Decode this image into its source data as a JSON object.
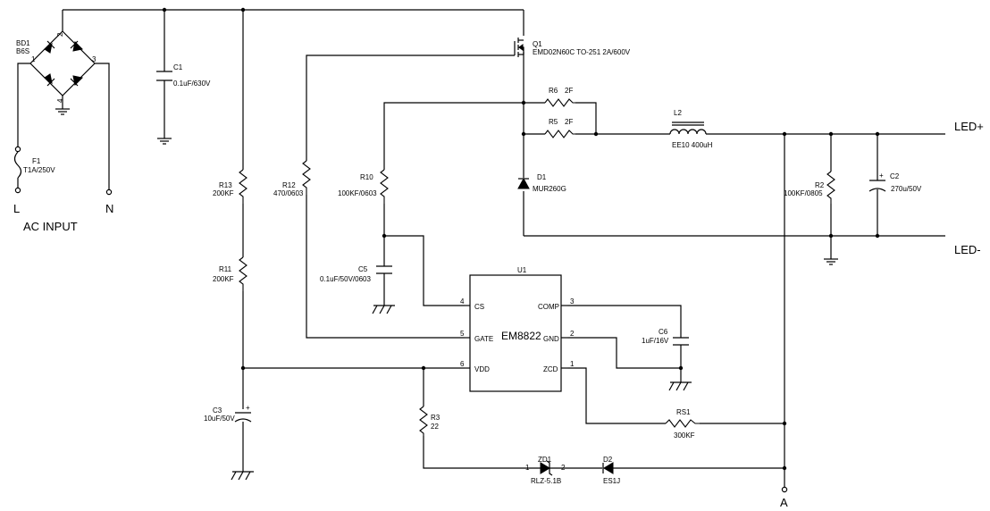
{
  "input": {
    "terminal_l": "L",
    "terminal_n": "N",
    "label": "AC INPUT"
  },
  "bridge": {
    "ref": "BD1",
    "value": "B6S",
    "pins": [
      "1",
      "2",
      "3",
      "4"
    ]
  },
  "fuse": {
    "ref": "F1",
    "value": "T1A/250V"
  },
  "components": {
    "C1": {
      "ref": "C1",
      "value": "0.1uF/630V"
    },
    "Q1": {
      "ref": "Q1",
      "value": "EMD02N60C TO-251 2A/600V"
    },
    "R6": {
      "ref": "R6",
      "value": "2F"
    },
    "R5": {
      "ref": "R5",
      "value": "2F"
    },
    "L2": {
      "ref": "L2",
      "value": "EE10  400uH"
    },
    "D1": {
      "ref": "D1",
      "value": "MUR260G"
    },
    "R2": {
      "ref": "R2",
      "value": "100KF/0805"
    },
    "C2": {
      "ref": "C2",
      "value": "270u/50V"
    },
    "R13": {
      "ref": "R13",
      "value": "200KF"
    },
    "R12": {
      "ref": "R12",
      "value": "470/0603"
    },
    "R10": {
      "ref": "R10",
      "value": "100KF/0603"
    },
    "C5": {
      "ref": "C5",
      "value": "0.1uF/50V/0603"
    },
    "R11": {
      "ref": "R11",
      "value": "200KF"
    },
    "C6": {
      "ref": "C6",
      "value": "1uF/16V"
    },
    "C3": {
      "ref": "C3",
      "value": "10uF/50V"
    },
    "R3": {
      "ref": "R3",
      "value": "22"
    },
    "RS1": {
      "ref": "RS1",
      "value": "300KF"
    },
    "ZD1": {
      "ref": "ZD1",
      "value": "RLZ-5.1B",
      "pin1": "1",
      "pin2": "2"
    },
    "D2": {
      "ref": "D2",
      "value": "ES1J"
    }
  },
  "ic": {
    "ref": "U1",
    "name": "EM8822",
    "pins_left": [
      {
        "num": "4",
        "label": "CS"
      },
      {
        "num": "5",
        "label": "GATE"
      },
      {
        "num": "6",
        "label": "VDD"
      }
    ],
    "pins_right": [
      {
        "num": "3",
        "label": "COMP"
      },
      {
        "num": "2",
        "label": "GND"
      },
      {
        "num": "1",
        "label": "ZCD"
      }
    ]
  },
  "outputs": {
    "led_plus": "LED+",
    "led_minus": "LED-",
    "node_a": "A"
  }
}
